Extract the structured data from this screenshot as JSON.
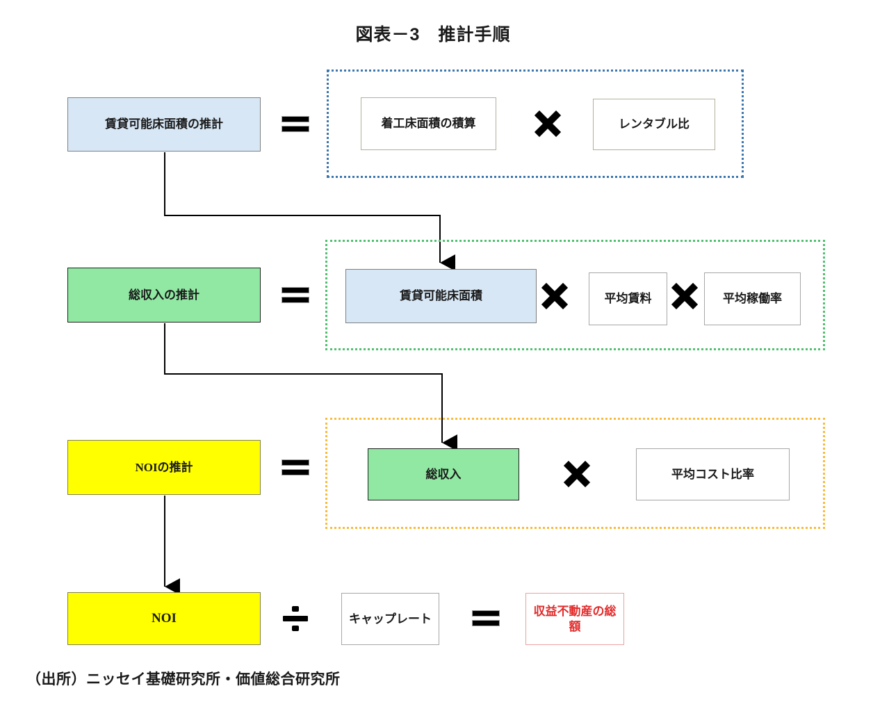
{
  "title": "図表－3　推計手順",
  "source": "（出所）ニッセイ基礎研究所・価値総合研究所",
  "flow": {
    "step1": {
      "result": "賃貸可能床面積の推計",
      "terms": {
        "t1": "着工床面積の積算",
        "t2": "レンタブル比"
      }
    },
    "step2": {
      "result": "総収入の推計",
      "terms": {
        "t1": "賃貸可能床面積",
        "t2": "平均賃料",
        "t3": "平均稼働率"
      }
    },
    "step3": {
      "result": "NOIの推計",
      "terms": {
        "t1": "総収入",
        "t2": "平均コスト比率"
      }
    },
    "step4": {
      "numerator": "NOI",
      "denominator": "キャップレート",
      "result": "収益不動産の総額"
    }
  },
  "icons": {
    "equals": "equals-icon",
    "multiply": "multiply-icon",
    "divide": "divide-icon",
    "arrow": "flow-arrow"
  },
  "colors": {
    "box_blue_fill": "#D7E7F5",
    "box_green_fill": "#90E8A3",
    "box_yellow_fill": "#FFFF00",
    "dotted_border_blue": "#3B76AE",
    "dotted_border_green": "#4EC06E",
    "dotted_border_orange": "#F9BB3A",
    "result_text_red": "#E32B2B"
  }
}
